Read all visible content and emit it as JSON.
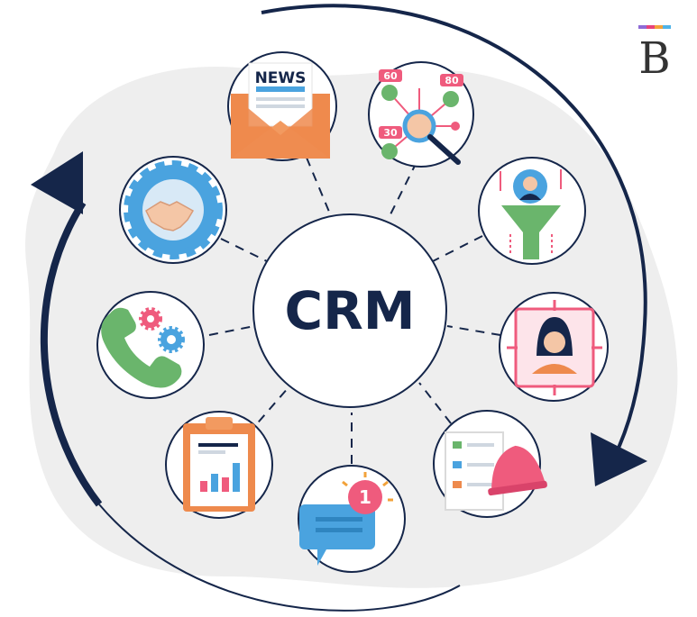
{
  "center": {
    "label": "CRM"
  },
  "logo": {
    "letter": "B",
    "stripe_colors": [
      "#8e6bd6",
      "#e8427a",
      "#f2a23a",
      "#4fb3e8"
    ]
  },
  "icons": {
    "news": {
      "label": "NEWS"
    },
    "network": {
      "badges": [
        "60",
        "80",
        "30"
      ]
    },
    "notification": {
      "count": "1"
    }
  },
  "colors": {
    "navy": "#15264a",
    "blob": "#eeeeee",
    "orange": "#ee8a4d",
    "blue": "#4aa3df",
    "pink": "#ef5b7d",
    "green": "#6ab56c",
    "peach": "#f4c6a6"
  }
}
